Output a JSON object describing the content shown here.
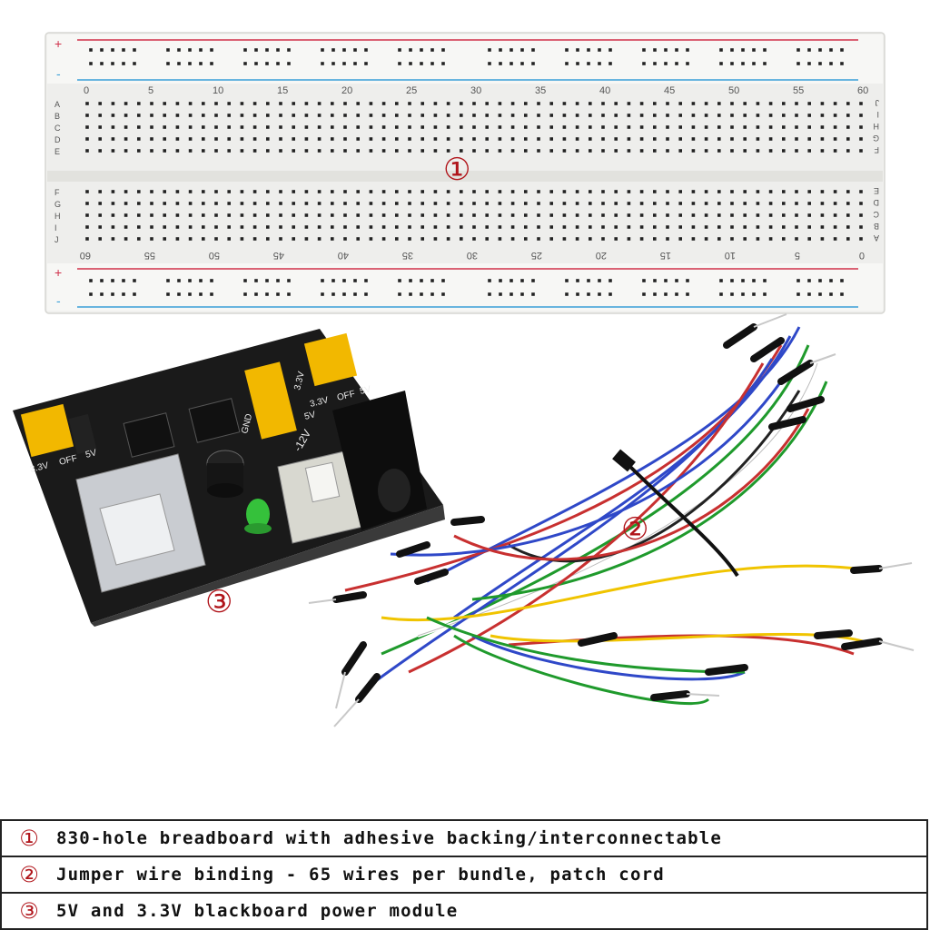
{
  "breadboard": {
    "top_numbers": [
      "0",
      "5",
      "10",
      "15",
      "20",
      "25",
      "30",
      "35",
      "40",
      "45",
      "50",
      "55",
      "60"
    ],
    "bottom_numbers": [
      "60",
      "55",
      "50",
      "45",
      "40",
      "35",
      "30",
      "25",
      "20",
      "15",
      "10",
      "5",
      "0"
    ],
    "left_rows_top": [
      "A",
      "B",
      "C",
      "D",
      "E"
    ],
    "left_rows_bottom": [
      "F",
      "G",
      "H",
      "I",
      "J"
    ],
    "right_rows_top": [
      "J",
      "I",
      "H",
      "G",
      "F"
    ],
    "right_rows_bottom": [
      "E",
      "D",
      "C",
      "B",
      "A"
    ],
    "plus_sign": "+",
    "minus_sign": "-"
  },
  "power_module": {
    "jumper_left": [
      "3.3V",
      "OFF",
      "5V"
    ],
    "jumper_right": [
      "5V",
      "OFF",
      "3.3V"
    ],
    "gnd_label": "GND",
    "v33_label": "3.3V",
    "v5_label": "5V",
    "v12_label": "-12V"
  },
  "callouts": [
    "①",
    "②",
    "③"
  ],
  "legend": [
    {
      "num": "①",
      "text": "830-hole breadboard with adhesive backing/interconnectable"
    },
    {
      "num": "②",
      "text": "Jumper wire binding - 65 wires per bundle, patch cord"
    },
    {
      "num": "③",
      "text": "5V and 3.3V blackboard power module"
    }
  ],
  "colors": {
    "accent_red": "#b0141a",
    "rail_red": "#d0304a",
    "rail_blue": "#3a9fd8",
    "board_white": "#f4f4f2",
    "pcb_black": "#1a1a1a",
    "jumper_yellow": "#f2b800"
  },
  "icons": [
    "usb-port-icon",
    "dc-jack-icon",
    "capacitor-icon",
    "led-icon",
    "switch-icon",
    "cable-tie-icon"
  ]
}
